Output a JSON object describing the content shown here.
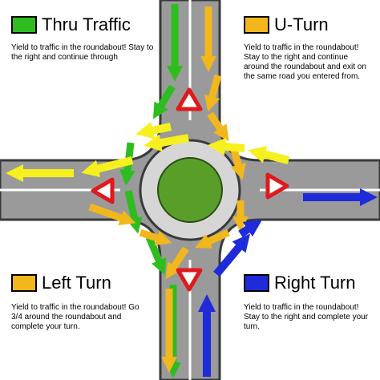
{
  "colors": {
    "grass": "#ffffff",
    "road": "#9a9a9a",
    "road_edge": "#3a3a3a",
    "lane_line": "#ffffff",
    "island_outer": "#d6d6d6",
    "island_inner": "#5a9e2a",
    "yield_red": "#e0191c",
    "thru": "#2dbd1f",
    "uturn": "#f2b71d",
    "left": "#f2b71d",
    "right": "#1f2bd8",
    "yellow_lane": "#f6f01e"
  },
  "legend": {
    "thru": {
      "title": "Thru Traffic",
      "desc": "Yield to traffic in the roundabout! Stay to the right and continue through"
    },
    "uturn": {
      "title": "U-Turn",
      "desc": "Yield to traffic in the roundabout! Stay to the right and continue around the roundabout and exit on the same road you entered from."
    },
    "left": {
      "title": "Left Turn",
      "desc": "Yield to traffic in the roundabout! Go 3/4 around the roundabout and complete your turn."
    },
    "right": {
      "title": "Right Turn",
      "desc": "Yield to traffic in the roundabout! Stay to the right and complete your turn."
    }
  }
}
